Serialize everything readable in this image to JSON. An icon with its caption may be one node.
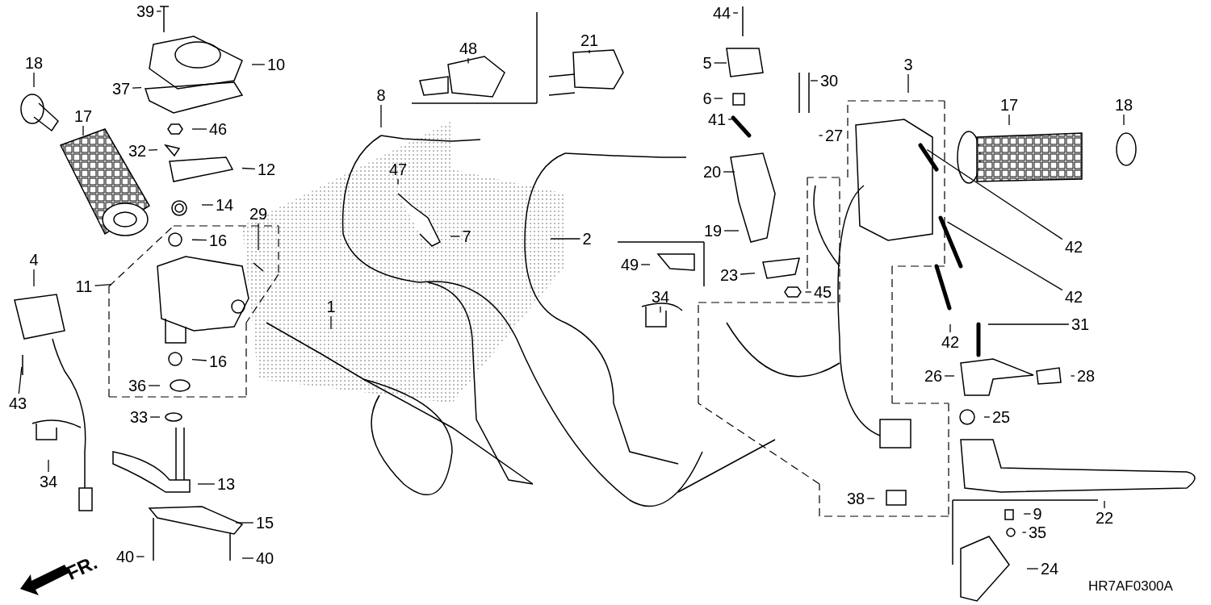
{
  "diagram": {
    "nodes": [
      {
        "text": [
          "39"
        ]
      },
      {
        "text": [
          "10"
        ]
      },
      {
        "text": [
          "37"
        ]
      },
      {
        "text": [
          "18"
        ]
      },
      {
        "text": [
          "17"
        ]
      },
      {
        "text": [
          "46"
        ]
      },
      {
        "text": [
          "32"
        ]
      },
      {
        "text": [
          "12"
        ]
      },
      {
        "text": [
          "14"
        ]
      },
      {
        "text": [
          "16"
        ]
      },
      {
        "text": [
          "29"
        ]
      },
      {
        "text": [
          "11"
        ]
      },
      {
        "text": [
          "4"
        ]
      },
      {
        "text": [
          "16"
        ]
      },
      {
        "text": [
          "36"
        ]
      },
      {
        "text": [
          "43"
        ]
      },
      {
        "text": [
          "33"
        ]
      },
      {
        "text": [
          "34"
        ]
      },
      {
        "text": [
          "13"
        ]
      },
      {
        "text": [
          "15"
        ]
      },
      {
        "text": [
          "40"
        ]
      },
      {
        "text": [
          "40"
        ]
      },
      {
        "text": [
          "48"
        ]
      },
      {
        "text": [
          "21"
        ]
      },
      {
        "text": [
          "8"
        ]
      },
      {
        "text": [
          "47"
        ]
      },
      {
        "text": [
          "7"
        ]
      },
      {
        "text": [
          "1"
        ]
      },
      {
        "text": [
          "2"
        ]
      },
      {
        "text": [
          "49"
        ]
      },
      {
        "text": [
          "34"
        ]
      },
      {
        "text": [
          "44"
        ]
      },
      {
        "text": [
          "5"
        ]
      },
      {
        "text": [
          "6"
        ]
      },
      {
        "text": [
          "30"
        ]
      },
      {
        "text": [
          "41"
        ]
      },
      {
        "text": [
          "27"
        ]
      },
      {
        "text": [
          "20"
        ]
      },
      {
        "text": [
          "19"
        ]
      },
      {
        "text": [
          "23"
        ]
      },
      {
        "text": [
          "45"
        ]
      },
      {
        "text": [
          "3"
        ]
      },
      {
        "text": [
          "17"
        ]
      },
      {
        "text": [
          "18"
        ]
      },
      {
        "text": [
          "42"
        ]
      },
      {
        "text": [
          "42"
        ]
      },
      {
        "text": [
          "42"
        ]
      },
      {
        "text": [
          "31"
        ]
      },
      {
        "text": [
          "26"
        ]
      },
      {
        "text": [
          "28"
        ]
      },
      {
        "text": [
          "25"
        ]
      },
      {
        "text": [
          "22"
        ]
      },
      {
        "text": [
          "9"
        ]
      },
      {
        "text": [
          "35"
        ]
      },
      {
        "text": [
          "24"
        ]
      },
      {
        "text": [
          "38"
        ]
      }
    ],
    "edges": [
      {
        "from": 0,
        "to": null,
        "arrow": "none"
      },
      {
        "from": 1,
        "to": null,
        "arrow": "none"
      },
      {
        "from": 2,
        "to": null,
        "arrow": "none"
      },
      {
        "from": 3,
        "to": null,
        "arrow": "none"
      },
      {
        "from": 4,
        "to": null,
        "arrow": "none"
      },
      {
        "from": 5,
        "to": null,
        "arrow": "none"
      },
      {
        "from": 6,
        "to": null,
        "arrow": "none"
      },
      {
        "from": 7,
        "to": null,
        "arrow": "none"
      },
      {
        "from": 8,
        "to": null,
        "arrow": "none"
      },
      {
        "from": 9,
        "to": null,
        "arrow": "none"
      },
      {
        "from": 10,
        "to": null,
        "arrow": "none"
      },
      {
        "from": 11,
        "to": null,
        "arrow": "none"
      },
      {
        "from": 12,
        "to": null,
        "arrow": "none"
      },
      {
        "from": 13,
        "to": null,
        "arrow": "none"
      },
      {
        "from": 14,
        "to": null,
        "arrow": "none"
      },
      {
        "from": 15,
        "to": null,
        "arrow": "none"
      },
      {
        "from": 16,
        "to": null,
        "arrow": "none"
      },
      {
        "from": 17,
        "to": null,
        "arrow": "none"
      },
      {
        "from": 18,
        "to": null,
        "arrow": "none"
      },
      {
        "from": 19,
        "to": null,
        "arrow": "none"
      },
      {
        "from": 20,
        "to": null,
        "arrow": "none"
      },
      {
        "from": 21,
        "to": null,
        "arrow": "none"
      },
      {
        "from": 22,
        "to": null,
        "arrow": "none"
      },
      {
        "from": 23,
        "to": null,
        "arrow": "none"
      },
      {
        "from": 24,
        "to": null,
        "arrow": "none"
      },
      {
        "from": 25,
        "to": null,
        "arrow": "none"
      },
      {
        "from": 26,
        "to": null,
        "arrow": "none"
      },
      {
        "from": 27,
        "to": null,
        "arrow": "none"
      },
      {
        "from": 28,
        "to": null,
        "arrow": "none"
      },
      {
        "from": 29,
        "to": null,
        "arrow": "none"
      },
      {
        "from": 30,
        "to": null,
        "arrow": "none"
      },
      {
        "from": 31,
        "to": null,
        "arrow": "none"
      },
      {
        "from": 32,
        "to": null,
        "arrow": "none"
      },
      {
        "from": 33,
        "to": null,
        "arrow": "none"
      },
      {
        "from": 34,
        "to": null,
        "arrow": "none"
      },
      {
        "from": 35,
        "to": null,
        "arrow": "none"
      },
      {
        "from": 36,
        "to": null,
        "arrow": "none"
      },
      {
        "from": 37,
        "to": null,
        "arrow": "none"
      },
      {
        "from": 38,
        "to": null,
        "arrow": "none"
      },
      {
        "from": 39,
        "to": null,
        "arrow": "none"
      },
      {
        "from": 40,
        "to": null,
        "arrow": "none"
      },
      {
        "from": 41,
        "to": null,
        "arrow": "none"
      },
      {
        "from": 42,
        "to": null,
        "arrow": "none"
      },
      {
        "from": 43,
        "to": null,
        "arrow": "none"
      },
      {
        "from": 44,
        "to": null,
        "arrow": "none"
      },
      {
        "from": 45,
        "to": null,
        "arrow": "none"
      },
      {
        "from": 46,
        "to": null,
        "arrow": "none"
      },
      {
        "from": 47,
        "to": null,
        "arrow": "none"
      },
      {
        "from": 48,
        "to": null,
        "arrow": "none"
      },
      {
        "from": 49,
        "to": null,
        "arrow": "none"
      },
      {
        "from": 50,
        "to": null,
        "arrow": "none"
      },
      {
        "from": 51,
        "to": null,
        "arrow": "none"
      },
      {
        "from": 52,
        "to": null,
        "arrow": "none"
      },
      {
        "from": 53,
        "to": null,
        "arrow": "none"
      },
      {
        "from": 54,
        "to": null,
        "arrow": "none"
      },
      {
        "from": 55,
        "to": null,
        "arrow": "none"
      }
    ],
    "labels": [
      "FR.",
      "HR7AF0300A"
    ]
  }
}
